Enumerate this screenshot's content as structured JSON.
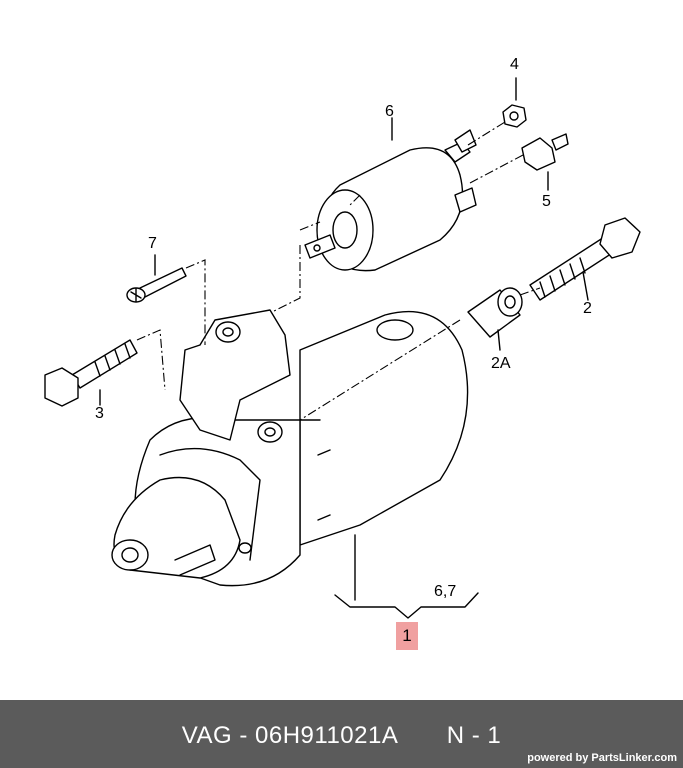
{
  "callouts": {
    "c1": "1",
    "c2": "2",
    "c2a": "2A",
    "c3": "3",
    "c4": "4",
    "c5": "5",
    "c6": "6",
    "c7": "7",
    "c67": "6,7"
  },
  "footer": {
    "part_number": "VAG - 06H911021A",
    "quantity": "N - 1",
    "powered_by": "powered by PartsLinker.com"
  },
  "colors": {
    "highlight": "#f0a0a0",
    "footer_bg": "#5b5b5b"
  }
}
